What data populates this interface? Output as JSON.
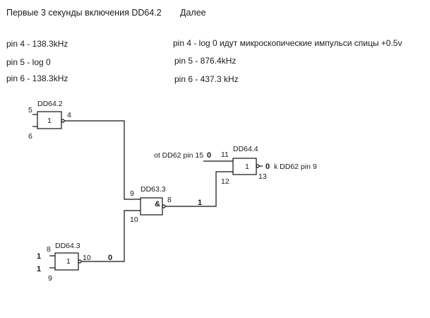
{
  "header": {
    "title": "Первые 3 секунды включения DD64.2",
    "next": "Далее"
  },
  "measurements_first": [
    "pin 4 - 138.3kHz",
    "pin 5 - log 0",
    "pin 6 - 138.3kHz"
  ],
  "measurements_next": [
    "pin 4 - log 0  идут микроскопические импульси спицы +0.5v",
    "pin 5 - 876.4kHz",
    "pin 6 - 437.3 kHz"
  ],
  "gates": {
    "dd64_2": {
      "name": "DD64.2",
      "symbol": "1",
      "in_a": "5",
      "in_b": "6",
      "out": "4"
    },
    "dd63_3": {
      "name": "DD63.3",
      "symbol": "&",
      "in_a": "9",
      "in_b": "10",
      "out": "8"
    },
    "dd64_4": {
      "name": "DD64.4",
      "symbol": "1",
      "in_a": "11",
      "in_b": "12",
      "out": "13"
    },
    "dd64_3": {
      "name": "DD64.3",
      "symbol": "1",
      "in_a": "8",
      "in_b": "9",
      "out": "10"
    }
  },
  "signals": {
    "dd63_out_level": "1",
    "dd64_3_out_level": "0",
    "dd64_3_in_a_level": "1",
    "dd64_3_in_b_level": "1",
    "dd64_4_in_a_level": "0",
    "dd64_4_in_a_source": "ot DD62 pin 15",
    "dd64_4_out_level": "0",
    "dd64_4_out_dest": "k DD62 pin 9"
  }
}
